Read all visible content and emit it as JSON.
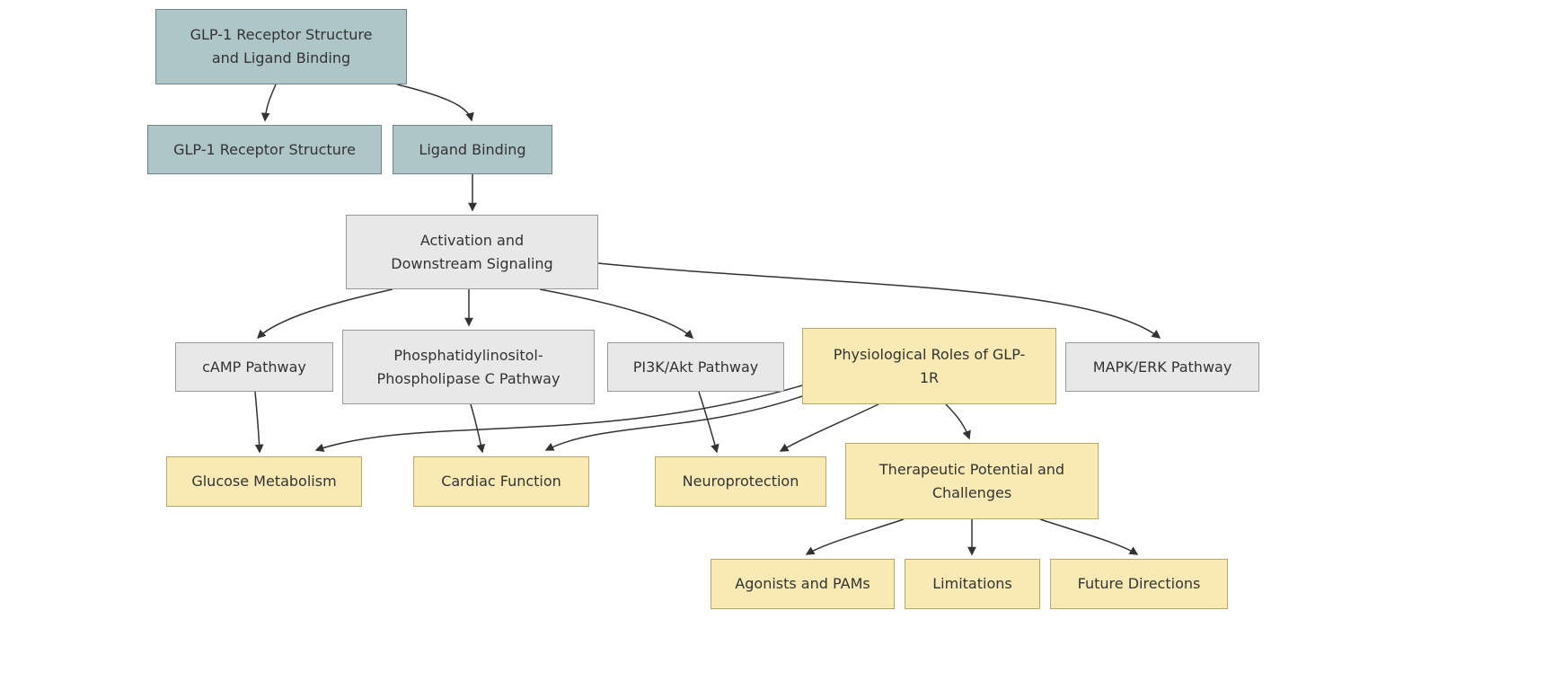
{
  "diagram": {
    "type": "flowchart",
    "colors": {
      "blue_fill": "#aec6c8",
      "blue_border": "#6a868a",
      "gray_fill": "#e8e8e8",
      "gray_border": "#999999",
      "yellow_fill": "#f8e9b5",
      "yellow_border": "#b9a968",
      "edge": "#333333",
      "text": "#333333"
    },
    "nodes": {
      "root": {
        "label": "GLP-1 Receptor Structure and Ligand Binding",
        "style": "blue"
      },
      "structure": {
        "label": "GLP-1 Receptor Structure",
        "style": "blue"
      },
      "ligand": {
        "label": "Ligand Binding",
        "style": "blue"
      },
      "activation": {
        "label": "Activation and Downstream Signaling",
        "style": "gray"
      },
      "camp": {
        "label": "cAMP Pathway",
        "style": "gray"
      },
      "plc": {
        "label": "Phosphatidylinositol-Phospholipase C Pathway",
        "style": "gray"
      },
      "pi3k": {
        "label": "PI3K/Akt Pathway",
        "style": "gray"
      },
      "physio": {
        "label": "Physiological Roles of GLP-1R",
        "style": "yellow"
      },
      "mapk": {
        "label": "MAPK/ERK Pathway",
        "style": "gray"
      },
      "glucose": {
        "label": "Glucose Metabolism",
        "style": "yellow"
      },
      "cardiac": {
        "label": "Cardiac Function",
        "style": "yellow"
      },
      "neuro": {
        "label": "Neuroprotection",
        "style": "yellow"
      },
      "therapeutic": {
        "label": "Therapeutic Potential and Challenges",
        "style": "yellow"
      },
      "agonists": {
        "label": "Agonists and PAMs",
        "style": "yellow"
      },
      "limitations": {
        "label": "Limitations",
        "style": "yellow"
      },
      "future": {
        "label": "Future Directions",
        "style": "yellow"
      }
    },
    "edges": [
      {
        "from": "root",
        "to": "structure"
      },
      {
        "from": "root",
        "to": "ligand"
      },
      {
        "from": "ligand",
        "to": "activation"
      },
      {
        "from": "activation",
        "to": "camp"
      },
      {
        "from": "activation",
        "to": "plc"
      },
      {
        "from": "activation",
        "to": "pi3k"
      },
      {
        "from": "activation",
        "to": "mapk"
      },
      {
        "from": "camp",
        "to": "glucose"
      },
      {
        "from": "plc",
        "to": "cardiac"
      },
      {
        "from": "pi3k",
        "to": "neuro"
      },
      {
        "from": "physio",
        "to": "glucose"
      },
      {
        "from": "physio",
        "to": "cardiac"
      },
      {
        "from": "physio",
        "to": "neuro"
      },
      {
        "from": "physio",
        "to": "therapeutic"
      },
      {
        "from": "therapeutic",
        "to": "agonists"
      },
      {
        "from": "therapeutic",
        "to": "limitations"
      },
      {
        "from": "therapeutic",
        "to": "future"
      }
    ]
  }
}
